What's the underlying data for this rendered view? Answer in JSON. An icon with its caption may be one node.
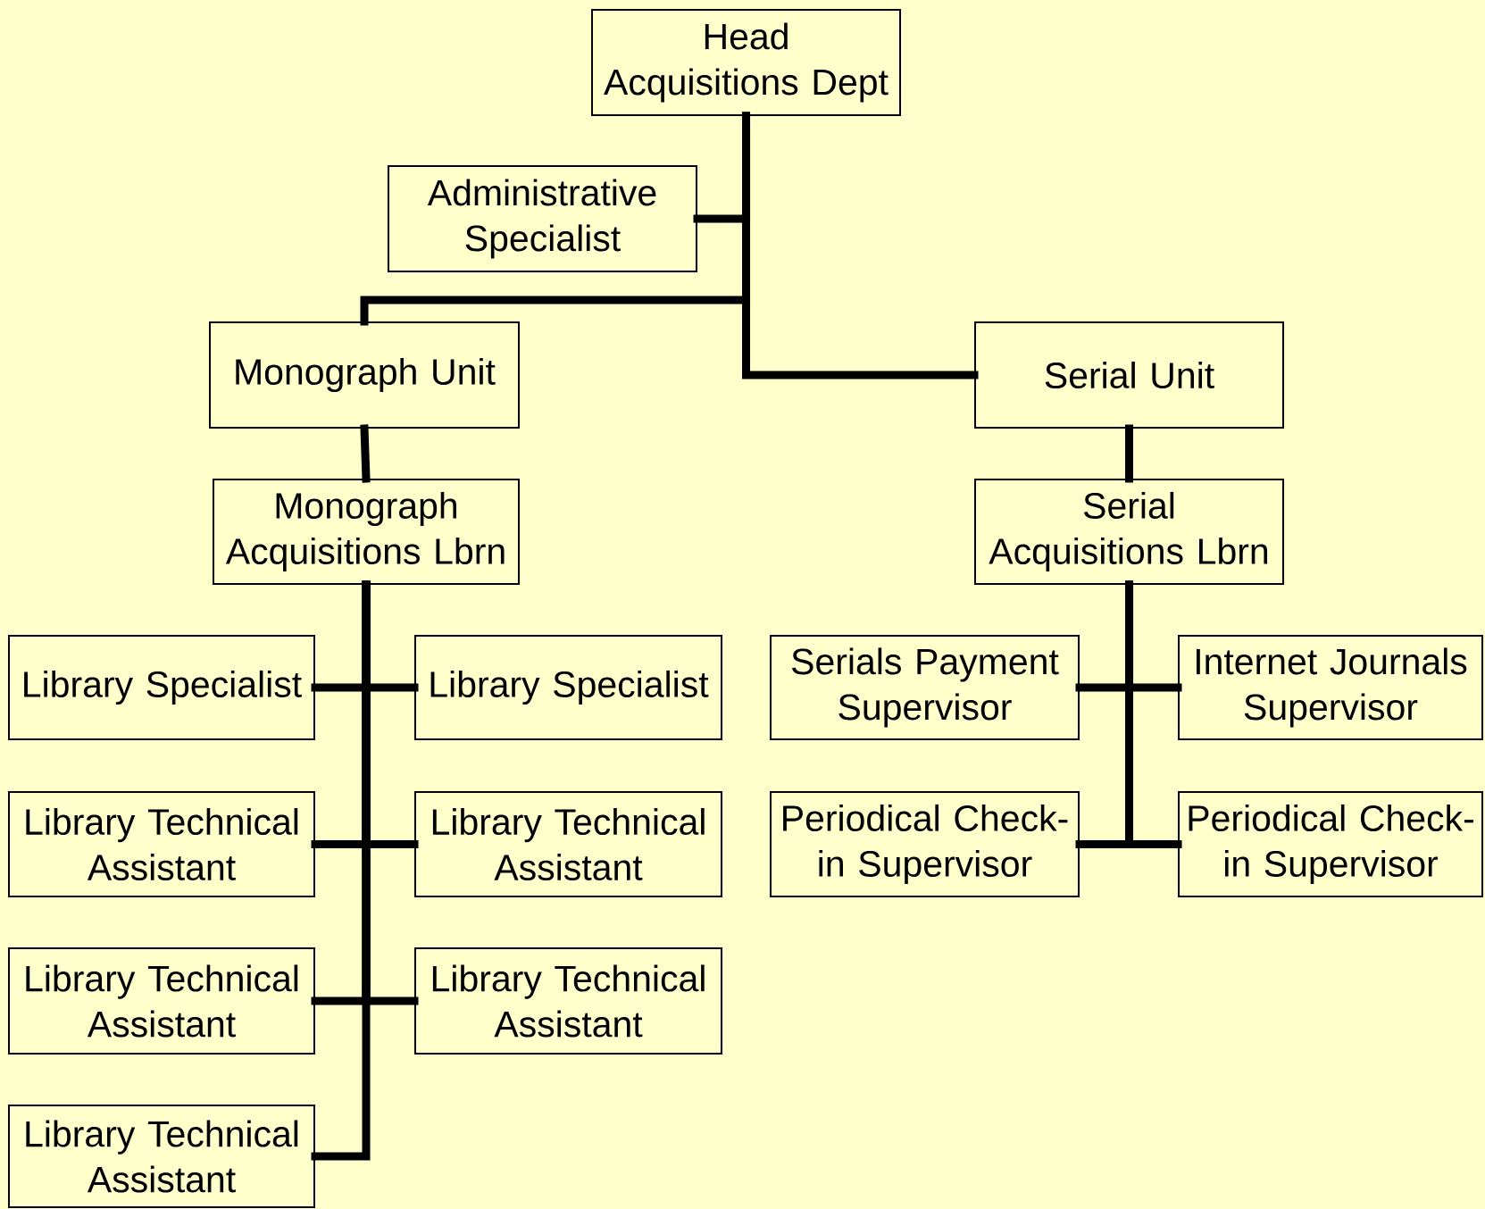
{
  "diagram": {
    "nodes": [
      {
        "text": [
          "Head Acquisitions Dept"
        ]
      },
      {
        "text": [
          "Administrative Specialist"
        ]
      },
      {
        "text": [
          "Monograph Unit"
        ]
      },
      {
        "text": [
          "Serial Unit"
        ]
      },
      {
        "text": [
          "Monograph Acquisitions Lbrn"
        ]
      },
      {
        "text": [
          "Serial Acquisitions Lbrn"
        ]
      },
      {
        "text": [
          "Library Specialist"
        ]
      },
      {
        "text": [
          "Library Specialist"
        ]
      },
      {
        "text": [
          "Library Technical Assistant"
        ]
      },
      {
        "text": [
          "Library Technical Assistant"
        ]
      },
      {
        "text": [
          "Library Technical Assistant"
        ]
      },
      {
        "text": [
          "Library Technical Assistant"
        ]
      },
      {
        "text": [
          "Library Technical Assistant"
        ]
      },
      {
        "text": [
          "Serials Payment Supervisor"
        ]
      },
      {
        "text": [
          "Internet Journals Supervisor"
        ]
      },
      {
        "text": [
          "Periodical Check-in Supervisor"
        ]
      },
      {
        "text": [
          "Periodical Check-in Supervisor"
        ]
      }
    ],
    "edges": [
      {
        "from": 0,
        "to": 1,
        "arrow": "none"
      },
      {
        "from": 0,
        "to": 2,
        "arrow": "none"
      },
      {
        "from": 0,
        "to": 3,
        "arrow": "none"
      },
      {
        "from": 2,
        "to": 4,
        "arrow": "none"
      },
      {
        "from": 3,
        "to": 5,
        "arrow": "none"
      },
      {
        "from": 4,
        "to": 6,
        "arrow": "none"
      },
      {
        "from": 4,
        "to": 7,
        "arrow": "none"
      },
      {
        "from": 4,
        "to": 8,
        "arrow": "none"
      },
      {
        "from": 4,
        "to": 9,
        "arrow": "none"
      },
      {
        "from": 4,
        "to": 10,
        "arrow": "none"
      },
      {
        "from": 4,
        "to": 11,
        "arrow": "none"
      },
      {
        "from": 4,
        "to": 12,
        "arrow": "none"
      },
      {
        "from": 5,
        "to": 13,
        "arrow": "none"
      },
      {
        "from": 5,
        "to": 14,
        "arrow": "none"
      },
      {
        "from": 5,
        "to": 15,
        "arrow": "none"
      },
      {
        "from": 5,
        "to": 16,
        "arrow": "none"
      }
    ]
  }
}
